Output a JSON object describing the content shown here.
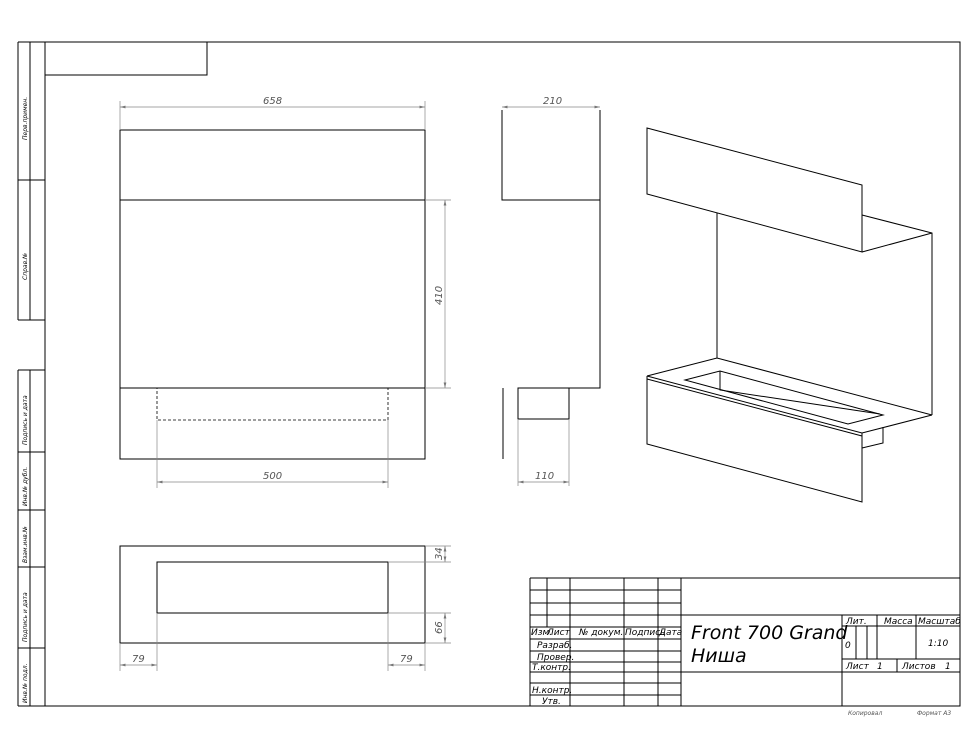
{
  "side_strip": [
    "Перв.примен.",
    "Справ.№",
    "Подпись и дата",
    "Инв.№ дубл.",
    "Взам.инв.№",
    "Подпись и дата",
    "Инв.№ подл."
  ],
  "dimensions": {
    "front_width": "658",
    "height": "410",
    "burner_width": "500",
    "side_depth": "210",
    "side_burner": "110",
    "plan_top": "34",
    "plan_bottom": "66",
    "plan_left": "79",
    "plan_right": "79"
  },
  "title_block": {
    "headers": [
      "Изм.",
      "Лист",
      "№ докум.",
      "Подпись",
      "Дата"
    ],
    "roles": [
      "Разраб.",
      "Провер.",
      "Т.контр.",
      "Н.контр.",
      "Утв."
    ],
    "title_line1": "Front 700 Grand",
    "title_line2": "Ниша",
    "lit_label": "Лит.",
    "mass_label": "Масса",
    "scale_label": "Масштаб",
    "lit_value": "0",
    "scale_value": "1:10",
    "sheet_label": "Лист",
    "sheet_value": "1",
    "sheets_label": "Листов",
    "sheets_value": "1"
  },
  "footer": {
    "copied": "Копировал",
    "format": "Формат А3"
  }
}
